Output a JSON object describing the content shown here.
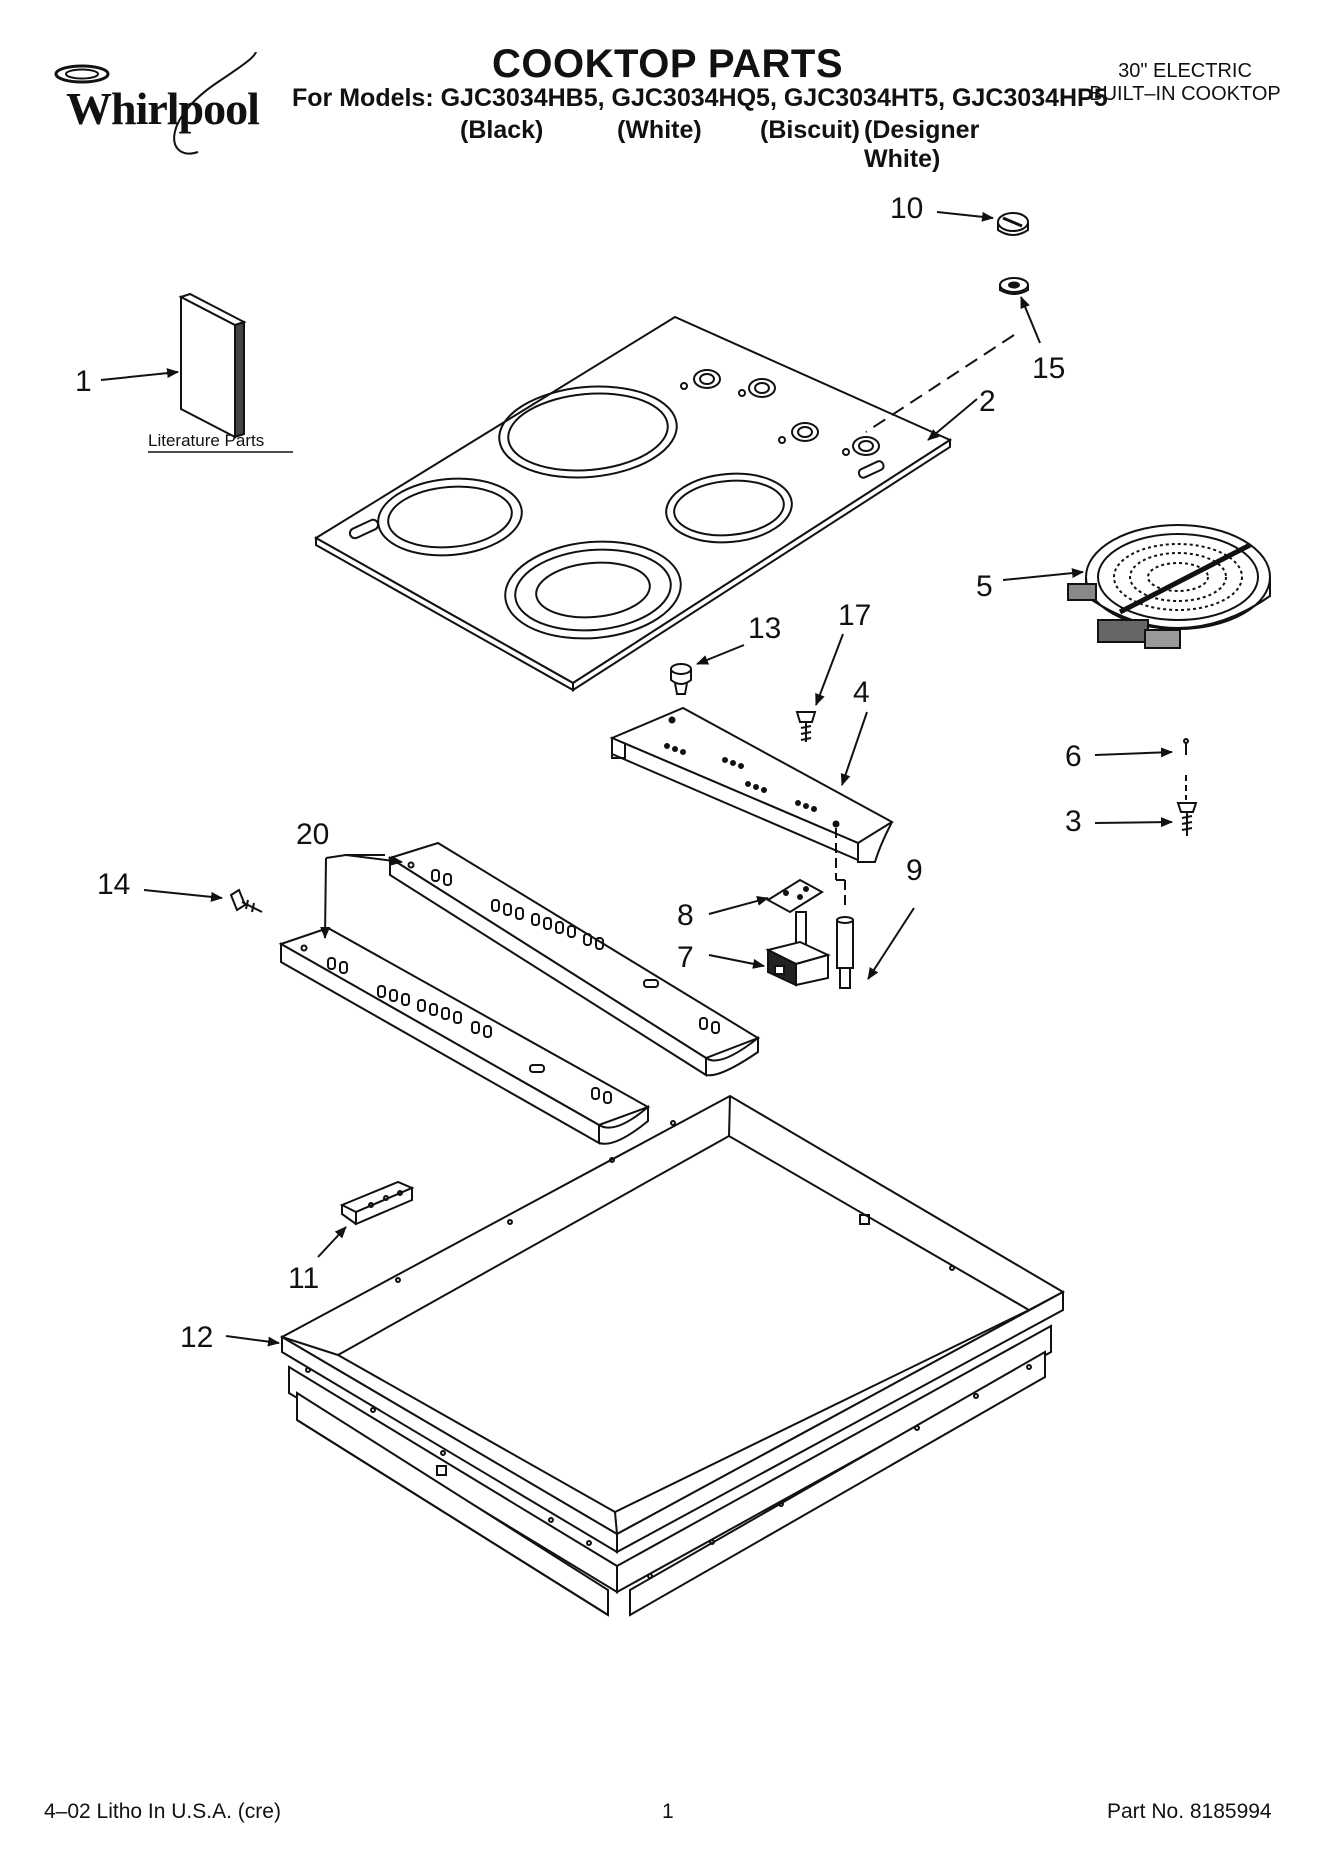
{
  "header": {
    "brand": "Whirlpool",
    "title": "COOKTOP PARTS",
    "models": "For Models: GJC3034HB5, GJC3034HQ5, GJC3034HT5, GJC3034HP5",
    "colors": [
      "(Black)",
      "(White)",
      "(Biscuit)",
      "(Designer White)"
    ],
    "appliance_type_line1": "30\" ELECTRIC",
    "appliance_type_line2": "BUILT–IN COOKTOP"
  },
  "callouts": {
    "c1": "1",
    "c2": "2",
    "c3": "3",
    "c4": "4",
    "c5": "5",
    "c6": "6",
    "c7": "7",
    "c8": "8",
    "c9": "9",
    "c10": "10",
    "c11": "11",
    "c12": "12",
    "c13": "13",
    "c14": "14",
    "c15": "15",
    "c17": "17",
    "c20": "20"
  },
  "literature_label": "Literature Parts",
  "footer": {
    "litho": "4–02 Litho In U.S.A. (cre)",
    "page": "1",
    "part_no": "Part No. 8185994"
  },
  "colors": {
    "ink": "#111111",
    "paper": "#ffffff"
  }
}
